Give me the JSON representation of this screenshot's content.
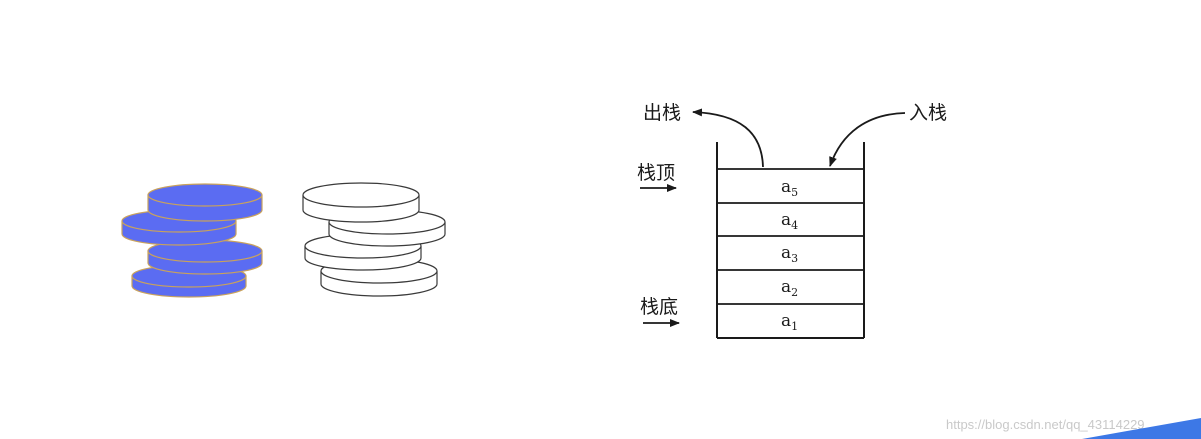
{
  "stack_diagram": {
    "pop_label": "出栈",
    "push_label": "入栈",
    "top_label": "栈顶",
    "bottom_label": "栈底",
    "cells": [
      {
        "base": "a",
        "sub": "5"
      },
      {
        "base": "a",
        "sub": "4"
      },
      {
        "base": "a",
        "sub": "3"
      },
      {
        "base": "a",
        "sub": "2"
      },
      {
        "base": "a",
        "sub": "1"
      }
    ]
  },
  "coin_stacks": {
    "filled_color": "#5b6cf2",
    "filled_edge_color": "#c9a25c",
    "outline_color": "#3a3a3a"
  },
  "watermark": "https://blog.csdn.net/qq_43114229",
  "corner_accent_color": "#3d78e6"
}
